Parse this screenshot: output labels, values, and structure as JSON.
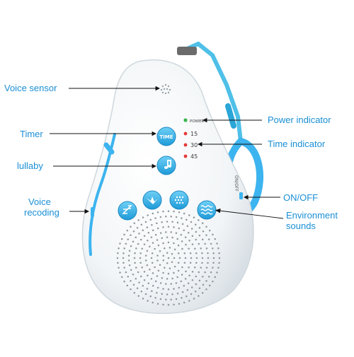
{
  "labels": {
    "voice_sensor": "Voice sensor",
    "timer": "Timer",
    "lullaby": "lullaby",
    "voice_recording_line1": "Voice",
    "voice_recording_line2": "recoding",
    "power_indicator": "Power indicator",
    "time_indicator": "Time indicator",
    "on_off": "ON/OFF",
    "environment_sounds_line1": "Environment",
    "environment_sounds_line2": "sounds"
  },
  "device": {
    "power_led_text": "POWER",
    "time_options": [
      "15",
      "30",
      "45"
    ],
    "time_button_text": "TIME",
    "switch_text": "ON/OFF"
  },
  "colors": {
    "label_blue": "#1a8fd6",
    "device_body": "#f3f6f8",
    "button_blue": "#3cb4ef",
    "strap_blue": "#4fc0e8",
    "led_green": "#39b54a",
    "led_red": "#e53935",
    "pointer_line": "#111111"
  },
  "icons": {
    "timer_button": "time-text",
    "lullaby_button": "music-note-icon",
    "sleep_button": "sleep-z-icon",
    "bird_button": "bird-icon",
    "rain_button": "rain-dots-icon",
    "waves_button": "waves-icon"
  }
}
